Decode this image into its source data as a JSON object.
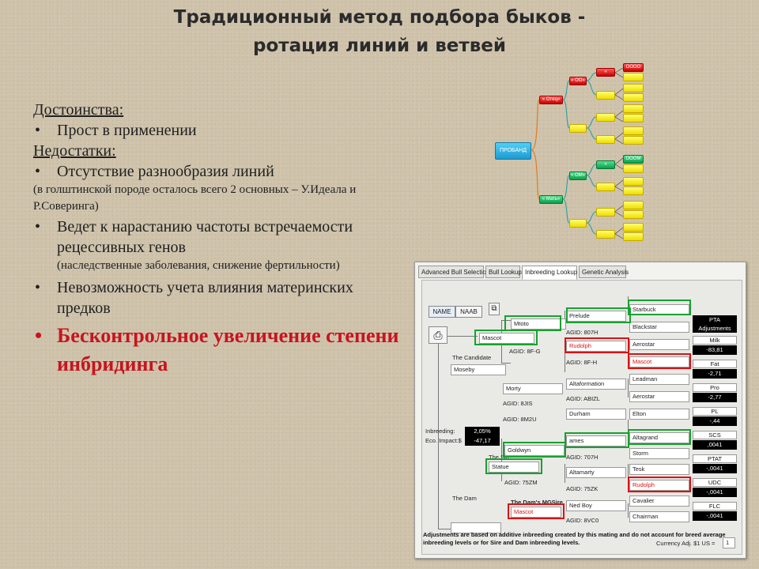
{
  "title": {
    "line1": "Традиционный метод подбора быков -",
    "line2": "ротация линий и ветвей"
  },
  "bullets": {
    "advantages_header": "Достоинства",
    "advantages_colon": ":",
    "adv_1": "Прост в применении",
    "disadvantages_header": "Недостатки",
    "disadvantages_colon": ":",
    "dis_1": "Отсутствие разнообразия линий",
    "dis_1_note": "(в голштинской породе осталось всего 2 основных – У.Идеала и Р.Соверинга)",
    "dis_2": "Ведет к нарастанию частоты встречаемости рецессивных генов",
    "dis_2_note": "(наследственные заболевания, снижение фертильности)",
    "dis_3": "Невозможность учета влияния материнских предков",
    "dis_4": "Бесконтрольное увеличение степени инбридинга"
  },
  "tree": {
    "root": "ПРОБАНД",
    "father": "« Отец»",
    "mother": "« Мать»",
    "oo": "« ОО»",
    "om": "« ОМ»",
    "ooo": "« ООО»",
    "omo": "« ОМО»",
    "oooo": "ОООО",
    "omom": "ОООМ"
  },
  "app": {
    "tabs": [
      "Advanced Bull Selection",
      "Bull Lookup",
      "Inbreeding Lookup",
      "Genetic Analysis"
    ],
    "active_tab": "Inbreeding Lookup",
    "btn_name": "NAME",
    "btn_naab": "NAAB",
    "copy_icon": "copy-icon",
    "print_icon": "printer-icon",
    "candidate": "Mascot",
    "candidate_label": "The Candidate",
    "sire_of_candidate": "Mtoto",
    "dam_of_candidate": "Moseby",
    "agid_candidate": "AGID: 8F-G",
    "prelude": "Prelude",
    "agid_807h": "AGID: 807H",
    "rudolph1": "Rudolph",
    "agid_8fh": "AGID: 8F-H",
    "starbuck": "Starbuck",
    "blackstar": "Blackstar",
    "aerostar1": "Aerostar",
    "mascot_ggs": "Mascot",
    "leadman": "Leadman",
    "altaformation": "Altaformation",
    "agid_abizl": "AGID: ABIZL",
    "aerostar2": "Aerostar",
    "morty": "Morty",
    "agid_8jis": "AGID: 8JIS",
    "durham": "Durham",
    "elton": "Elton",
    "agid_8m2u": "AGID: 8M2U",
    "inbreeding_label": "Inbreeding:",
    "inbreeding_value": "2,05%",
    "eco_label": "Eco. Impact:$",
    "eco_value": "-47,17",
    "james": "ames",
    "altagrand": "Altagrand",
    "goldwyn": "Goldwyn",
    "agid_707h": "AGID: 707H",
    "storm": "Storm",
    "the_sire": "The Sire",
    "statue": "Statue",
    "altamarty": "Altamarty",
    "tesk": "Tesk",
    "agid_75zm": "AGID: 75ZM",
    "agid_75zk": "AGID: 75ZK",
    "rudolph2": "Rudolph",
    "the_dam": "The Dam",
    "dams_mgsire": "The Dam's MGSire",
    "ned_boy": "Ned Boy",
    "cavalier": "Cavalier",
    "mascot_mgs": "Mascot",
    "agid_8vc0": "AGID: 8VC0",
    "chairman": "Chairman",
    "pta_header": "PTA Adjustments",
    "pta": [
      {
        "label": "Milk",
        "value": "-83,81"
      },
      {
        "label": "Fat",
        "value": "-2,71"
      },
      {
        "label": "Pro",
        "value": "-2,77"
      },
      {
        "label": "PL",
        "value": "-,44"
      },
      {
        "label": "SCS",
        "value": ",0041"
      },
      {
        "label": "PTAT",
        "value": "-,0041"
      },
      {
        "label": "UDC",
        "value": "-,0041"
      },
      {
        "label": "FLC",
        "value": "-,0041"
      }
    ],
    "currency_label": "Currency Adj.  $1 US =",
    "currency_value": "1",
    "footnote": "Adjustments are based on additive inbreeding created by this mating and do not account for breed average inbreeding levels or for Sire and Dam inbreeding levels."
  },
  "colors": {
    "accent_red": "#c8141e",
    "highlight_green": "#17a12f",
    "highlight_red": "#dd1111"
  }
}
